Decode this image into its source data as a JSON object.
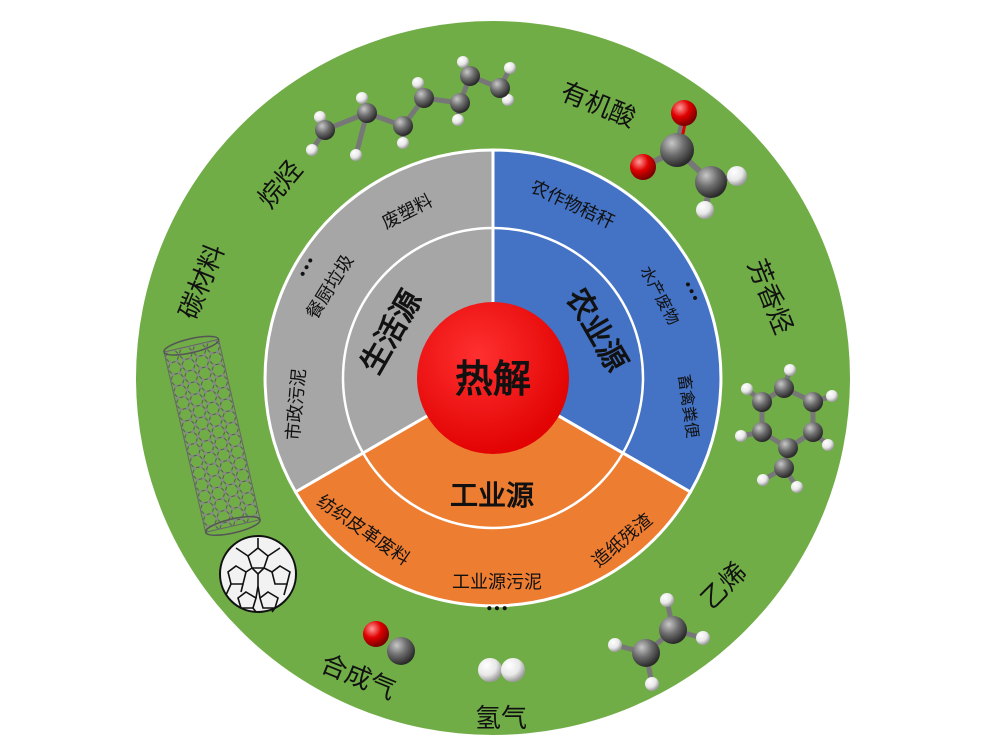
{
  "center": {
    "label": "热解",
    "color": "#ff0000"
  },
  "sources": {
    "domestic": {
      "label": "生活源",
      "color": "#a6a6a6",
      "items": [
        "废塑料",
        "餐厨垃圾",
        "...",
        "市政污泥"
      ]
    },
    "agricultural": {
      "label": "农业源",
      "color": "#4472c4",
      "items": [
        "农作物秸秆",
        "水产废物",
        "...",
        "畜禽粪便"
      ]
    },
    "industrial": {
      "label": "工业源",
      "color": "#ed7d31",
      "items": [
        "纺织皮革废料",
        "工业源污泥",
        "...",
        "造纸残渣"
      ]
    }
  },
  "products": {
    "ring_color": "#70ad47",
    "labels": {
      "alkanes": "烷烃",
      "organic_acids": "有机酸",
      "aromatics": "芳香烃",
      "ethylene": "乙烯",
      "hydrogen": "氢气",
      "syngas": "合成气",
      "carbon_materials": "碳材料"
    }
  }
}
